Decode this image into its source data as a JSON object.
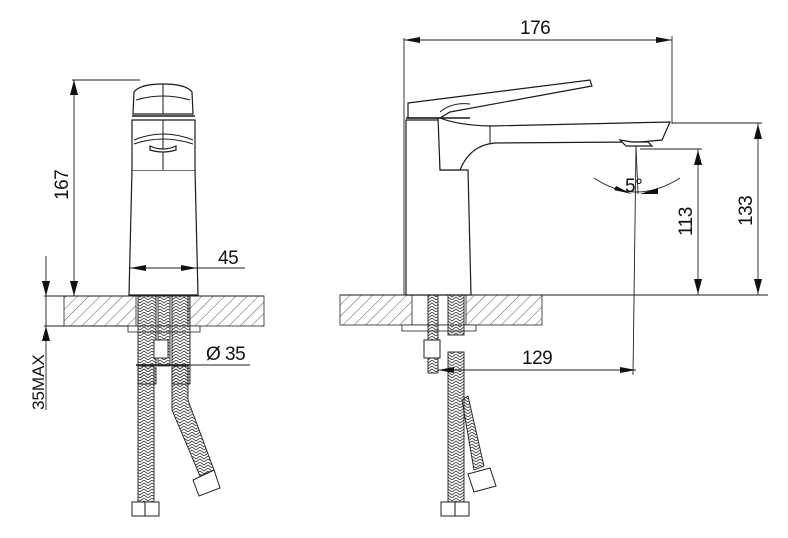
{
  "title": "Basin mixer faucet dimension drawing",
  "units": "mm",
  "front_view": {
    "height_label": "167",
    "body_width_label": "45",
    "hole_diameter_label": "Ø 35",
    "counter_thickness_label": "35MAX"
  },
  "side_view": {
    "total_length_label": "176",
    "spout_angle_label": "5°",
    "outlet_height_label": "113",
    "spout_top_height_label": "133",
    "spout_reach_label": "129"
  },
  "colors": {
    "line": "#1a1a1a",
    "background": "#ffffff"
  }
}
